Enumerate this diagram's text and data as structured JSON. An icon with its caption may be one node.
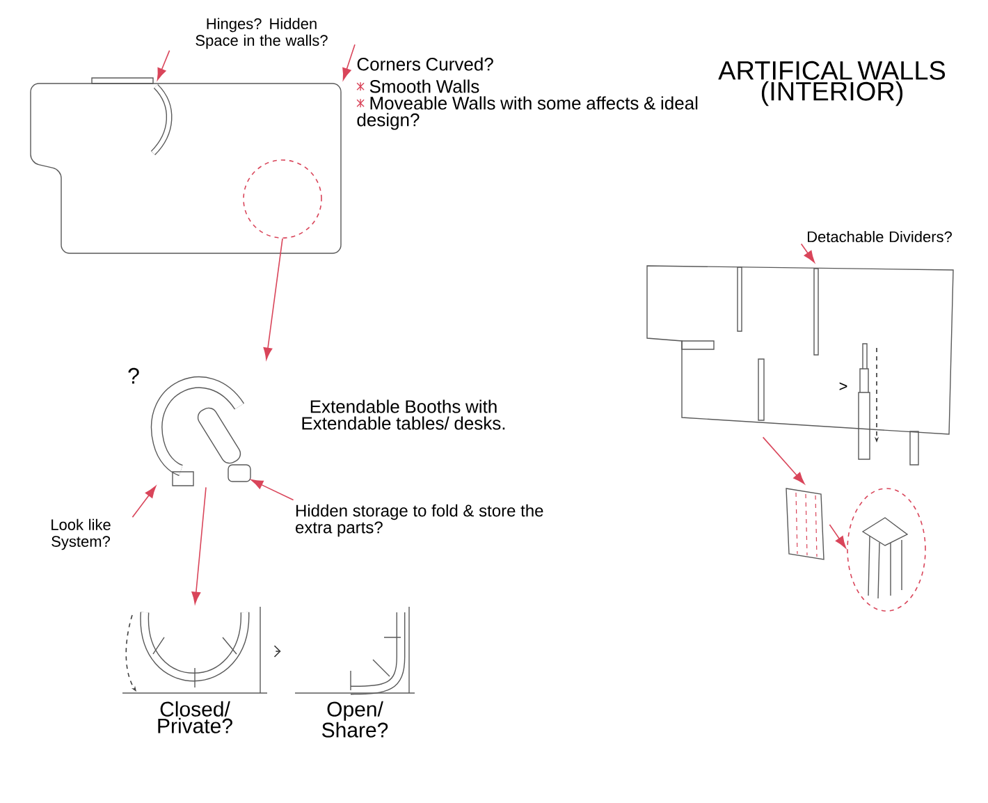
{
  "diagram": {
    "title": "ARTIFICAL WALLS (INTERIOR)",
    "nodes": [
      {
        "text": [],
        "shape": "picture"
      },
      {
        "text": [],
        "shape": "circle",
        "in": 0
      },
      {
        "text": [
          "Hinges? Hidden Space in the walls?"
        ]
      },
      {
        "text": [
          "Corners Curved?",
          "Smooth Walls",
          "Moveable Walls with some affects & ideal design?"
        ]
      },
      {
        "text": [],
        "shape": "picture"
      },
      {
        "text": [
          "Extendable Booths with Extendable tables/ desks."
        ]
      },
      {
        "text": [
          "Look like System?"
        ]
      },
      {
        "text": [
          "Hidden storage to fold & store the extra parts?"
        ]
      },
      {
        "text": [
          "Closed/ Private?"
        ]
      },
      {
        "text": [
          "Open/ Share?"
        ]
      },
      {
        "text": [],
        "shape": "picture"
      },
      {
        "text": [
          "Detachable Dividers?"
        ]
      },
      {
        "text": [],
        "shape": "picture"
      },
      {
        "text": [],
        "shape": "ellipse"
      }
    ],
    "edges": [
      {
        "from": 2,
        "to": 0,
        "arrow": "to"
      },
      {
        "from": 3,
        "to": 0,
        "arrow": "to"
      },
      {
        "from": 1,
        "to": 4,
        "arrow": "to"
      },
      {
        "from": 6,
        "to": 4,
        "arrow": "to"
      },
      {
        "from": 7,
        "to": 4,
        "arrow": "to"
      },
      {
        "from": 4,
        "to": 8,
        "arrow": "to"
      },
      {
        "from": 8,
        "to": 9,
        "arrow": "to",
        "color": "#333333"
      },
      {
        "from": 11,
        "to": 10,
        "arrow": "to"
      },
      {
        "from": 10,
        "to": 12,
        "arrow": "to"
      },
      {
        "from": 12,
        "to": 13,
        "arrow": "to"
      }
    ],
    "labels": [
      "?",
      ">"
    ]
  }
}
